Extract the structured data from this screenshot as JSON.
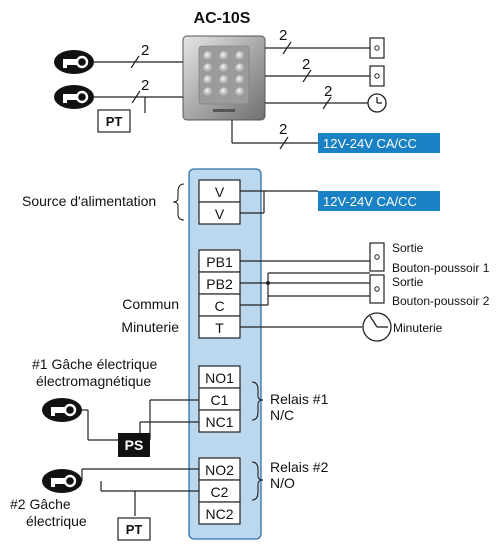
{
  "title": "AC-10S",
  "wire_count_label": "2",
  "power_label": "12V-24V CA/CC",
  "colors": {
    "accent_blue": "#1a82c4",
    "panel_blue": "#bcd8ee",
    "panel_border": "#2f6fa8",
    "lock_black": "#111111",
    "line": "#222222"
  },
  "boxes": {
    "pt": "PT",
    "ps": "PS"
  },
  "labels": {
    "power_source": "Source d'alimentation",
    "common": "Commun",
    "timer_left": "Minuterie",
    "exit": "Sortie",
    "pushbutton1": "Bouton-poussoir 1",
    "pushbutton2": "Bouton-poussoir 2",
    "timer_right": "Minuterie",
    "strike1_line1": "#1 Gâche électrique",
    "strike1_line2": "électromagnétique",
    "strike2_line1": "#2 Gâche",
    "strike2_line2": "électrique",
    "relay1_line1": "Relais #1",
    "relay1_line2": "N/C",
    "relay2_line1": "Relais #2",
    "relay2_line2": "N/O"
  },
  "terminals": [
    "V",
    "V",
    "PB1",
    "PB2",
    "C",
    "T",
    "NO1",
    "C1",
    "NC1",
    "NO2",
    "C2",
    "NC2"
  ]
}
